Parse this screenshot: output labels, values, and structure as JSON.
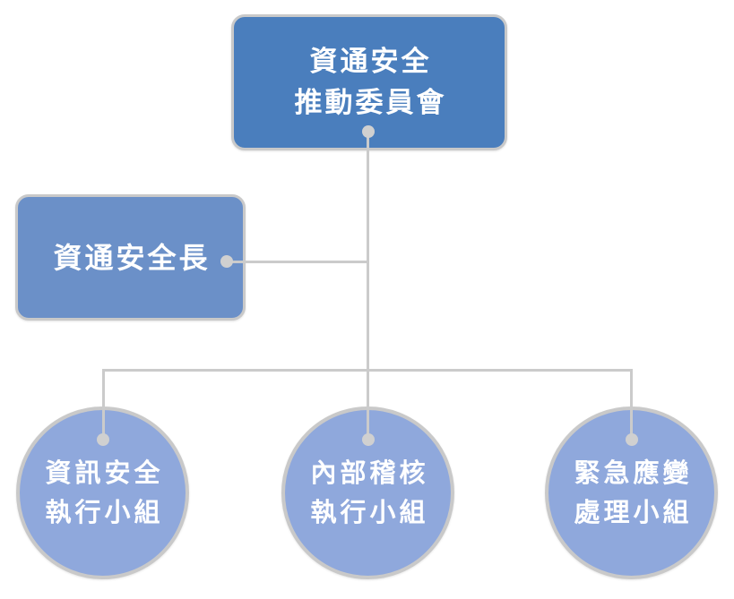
{
  "colors": {
    "root_box_fill": "#4A7EBD",
    "officer_box_fill": "#6B90C8",
    "team_circle_fill": "#8FA8DC",
    "border_gray": "#C9C9C9",
    "connector_gray": "#CBCBCB",
    "dot_gray": "#D0D0D0",
    "text_white": "#FFFFFF"
  },
  "org_chart": {
    "type": "organization-diagram",
    "root": {
      "line1": "資通安全",
      "line2": "推動委員會"
    },
    "officer": {
      "label": "資通安全長"
    },
    "teams": [
      {
        "line1": "資訊安全",
        "line2": "執行小組"
      },
      {
        "line1": "內部稽核",
        "line2": "執行小組"
      },
      {
        "line1": "緊急應變",
        "line2": "處理小組"
      }
    ]
  }
}
